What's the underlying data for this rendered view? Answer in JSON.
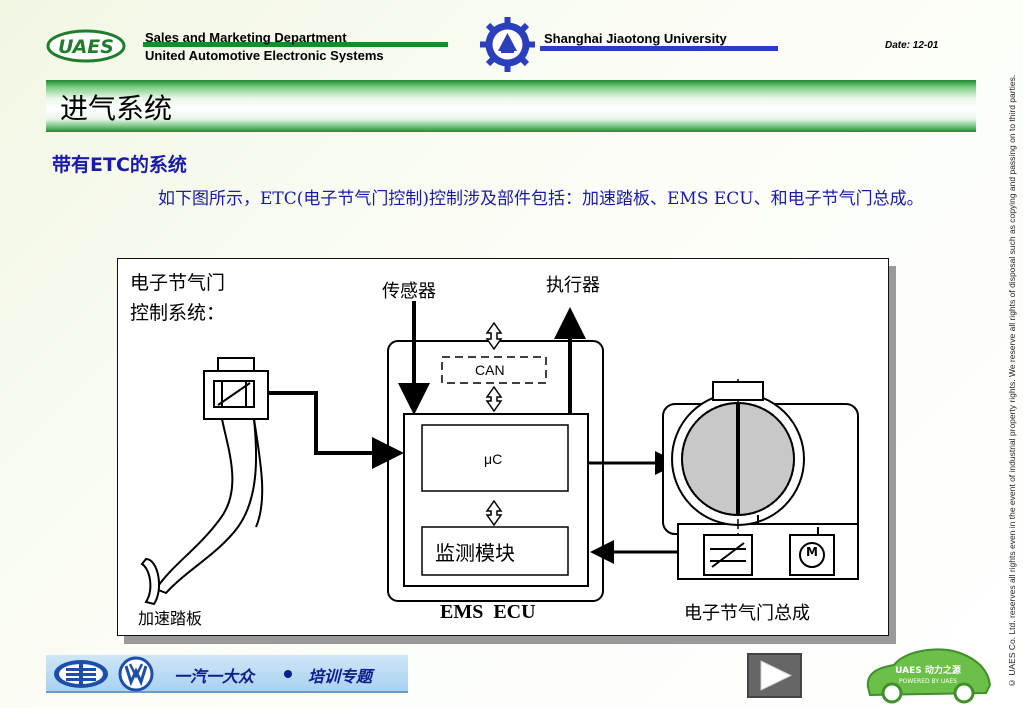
{
  "header": {
    "uaes_logo_text": "UAES",
    "dept_line1": "Sales and Marketing Department",
    "dept_line2": "United Automotive Electronic Systems",
    "university": "Shanghai Jiaotong University",
    "date": "Date: 12-01",
    "copyright": "© UAES Co. Ltd. reserves all rights even in the event of industrial property rights. We reserve all rights of disposal such as copying and passing on to third parties."
  },
  "slide": {
    "title": "进气系统",
    "subheading": "带有ETC的系统",
    "paragraph": "如下图所示，ETC(电子节气门控制)控制涉及部件包括：加速踏板、EMS ECU、和电子节气门总成。"
  },
  "diagram": {
    "system_label_line1": "电子节气门",
    "system_label_line2": "控制系统：",
    "sensor_label": "传感器",
    "actuator_label": "执行器",
    "can_label": "CAN",
    "uc_label": "μC",
    "monitor_label": "监测模块",
    "ecu_label": "EMS  ECU",
    "pedal_label": "加速踏板",
    "throttle_label": "电子节气门总成",
    "motor_symbol": "M"
  },
  "footer": {
    "brand_text": "一汽一大众",
    "topic_text": "培训专题",
    "car_logo_text1": "UAES 动力之源",
    "car_logo_text2": "POWERED BY UAES"
  },
  "colors": {
    "accent_green": "#1a8a2a",
    "accent_blue": "#2b3fbd",
    "text_blue": "#1a1aa8",
    "footer_blue": "#0c1e8c"
  }
}
